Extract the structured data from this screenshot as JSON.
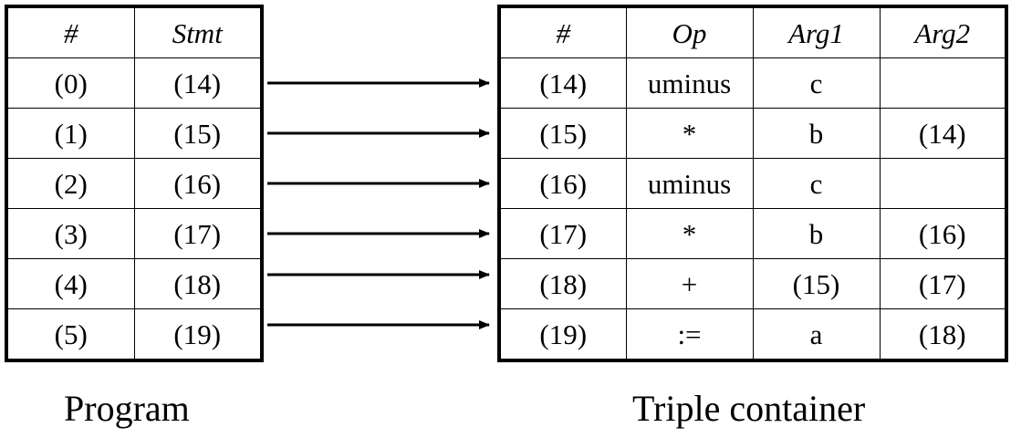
{
  "program": {
    "caption": "Program",
    "headers": [
      "#",
      "Stmt"
    ],
    "rows": [
      [
        "(0)",
        "(14)"
      ],
      [
        "(1)",
        "(15)"
      ],
      [
        "(2)",
        "(16)"
      ],
      [
        "(3)",
        "(17)"
      ],
      [
        "(4)",
        "(18)"
      ],
      [
        "(5)",
        "(19)"
      ]
    ]
  },
  "triples": {
    "caption": "Triple container",
    "headers": [
      "#",
      "Op",
      "Arg1",
      "Arg2"
    ],
    "rows": [
      [
        "(14)",
        "uminus",
        "c",
        ""
      ],
      [
        "(15)",
        "*",
        "b",
        "(14)"
      ],
      [
        "(16)",
        "uminus",
        "c",
        ""
      ],
      [
        "(17)",
        "*",
        "b",
        "(16)"
      ],
      [
        "(18)",
        "+",
        "(15)",
        "(17)"
      ],
      [
        "(19)",
        ":=",
        "a",
        "(18)"
      ]
    ]
  },
  "colors": {
    "line": "#000000",
    "background": "#ffffff"
  }
}
